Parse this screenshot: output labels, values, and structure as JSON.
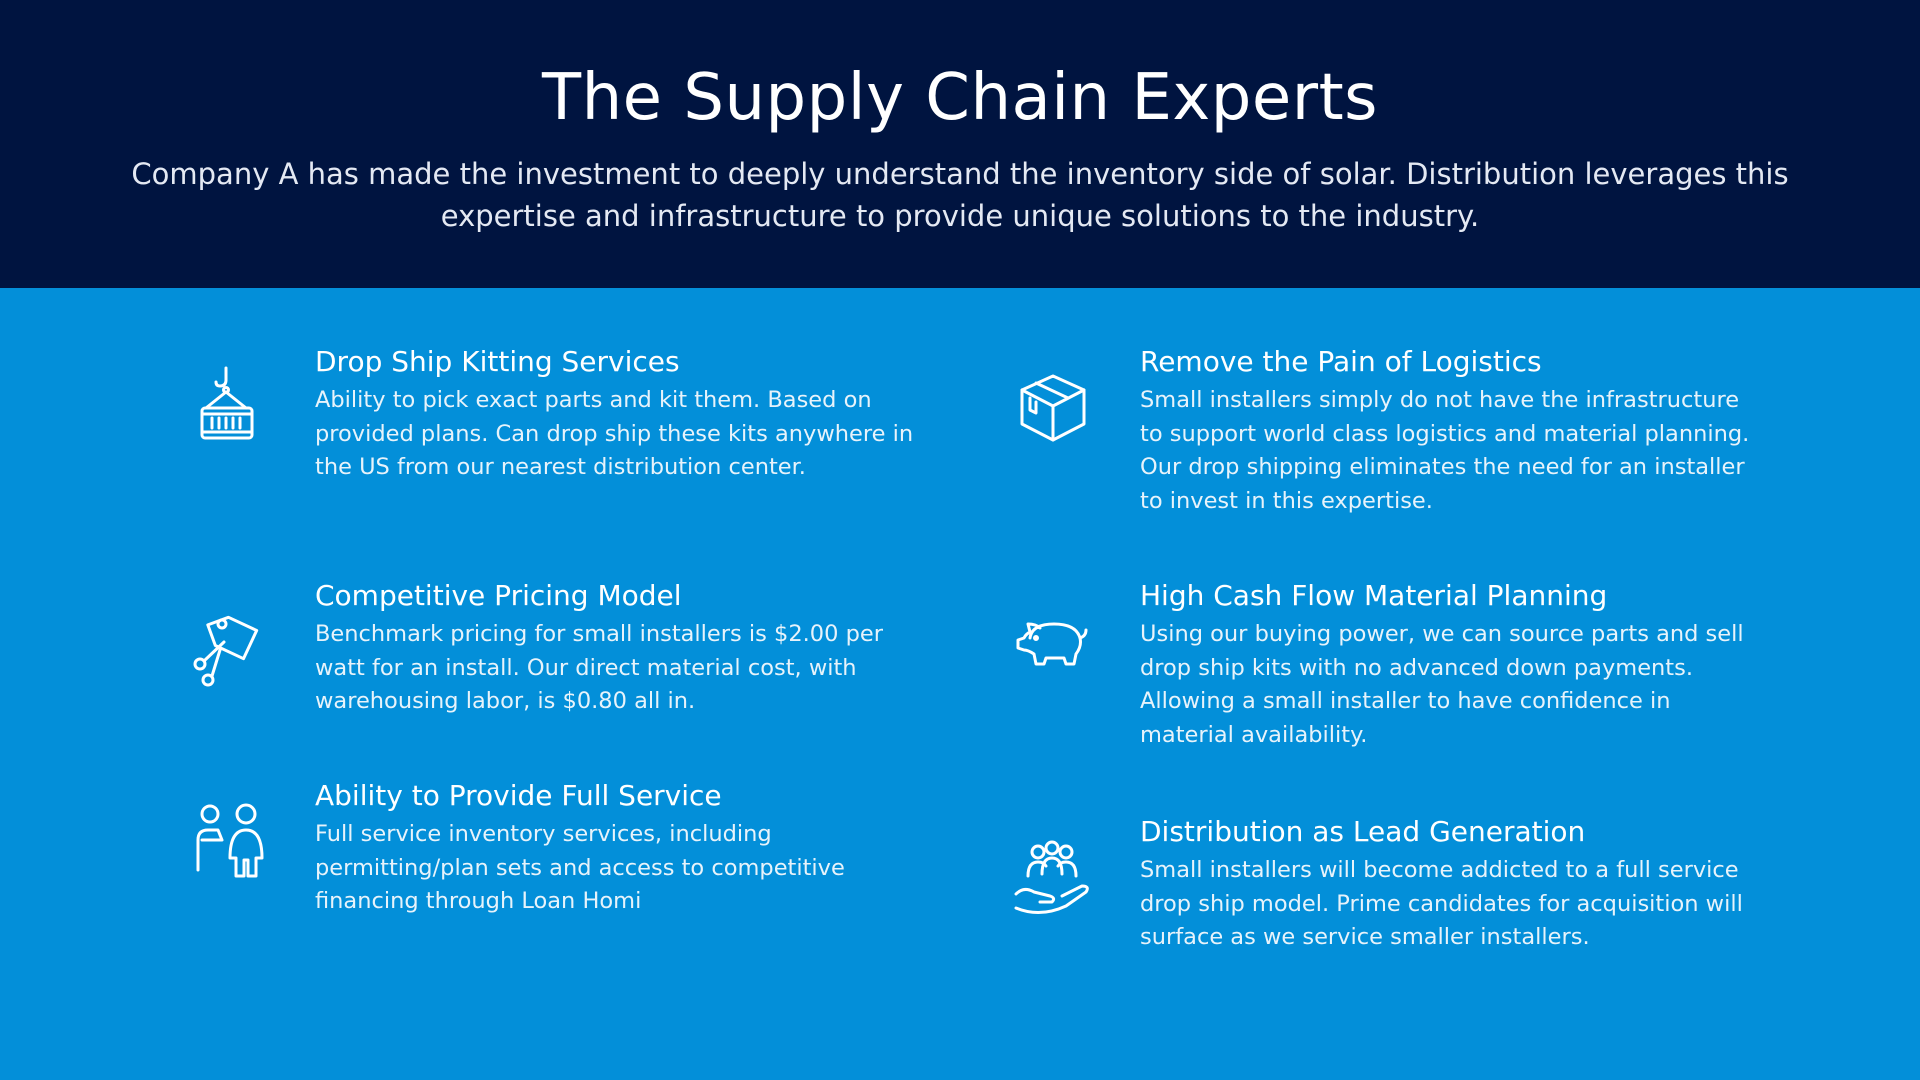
{
  "header": {
    "title": "The Supply Chain Experts",
    "subtitle": "Company A has made the investment to deeply understand the inventory side of solar.  Distribution leverages this expertise and infrastructure to provide unique solutions to the industry."
  },
  "features": [
    {
      "icon": "container-crane-icon",
      "title": "Drop Ship Kitting Services",
      "description": "Ability to pick exact parts and kit them.  Based on provided plans.  Can drop ship these kits anywhere in the US from our nearest distribution center."
    },
    {
      "icon": "box-icon",
      "title": "Remove the Pain of Logistics",
      "description": "Small installers simply do not have the infrastructure to support world class logistics and material planning.  Our drop shipping eliminates the need for an installer to invest in this expertise."
    },
    {
      "icon": "price-tag-scissors-icon",
      "title": "Competitive Pricing Model",
      "description": "Benchmark pricing for small installers is $2.00 per watt for an install.  Our direct material cost, with warehousing labor, is $0.80 all in."
    },
    {
      "icon": "piggy-bank-icon",
      "title": "High Cash Flow Material Planning",
      "description": "Using our buying power, we can source parts and sell drop ship kits with no advanced down payments.  Allowing a small installer to have confidence in material availability."
    },
    {
      "icon": "service-people-icon",
      "title": "Ability to Provide Full Service",
      "description": "Full service inventory services, including permitting/plan sets and access to competitive financing through Loan Homi"
    },
    {
      "icon": "hand-people-icon",
      "title": "Distribution as Lead Generation",
      "description": "Small installers will become addicted to a full service drop ship model.  Prime candidates for acquisition will surface as we service smaller installers."
    }
  ],
  "colors": {
    "header_bg": "#001440",
    "main_bg": "#038fd9",
    "text": "#ffffff"
  }
}
